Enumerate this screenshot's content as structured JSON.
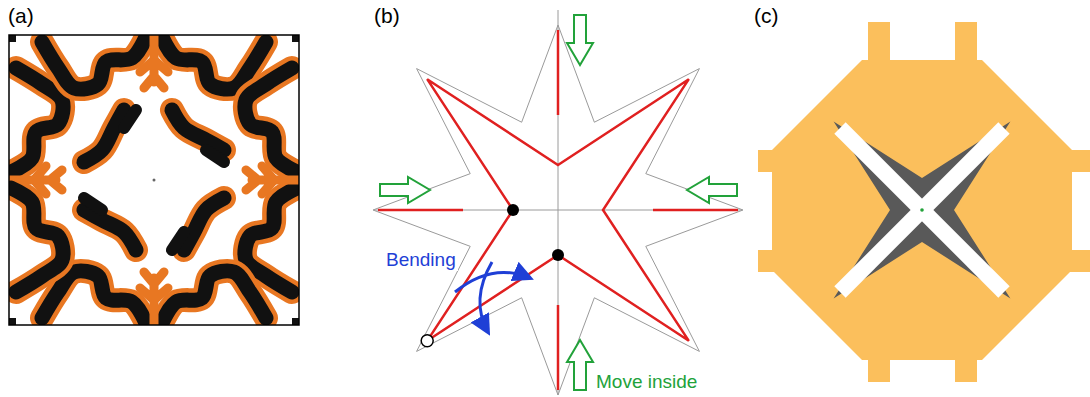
{
  "diagram": {
    "labels": [
      "(a)",
      "(b)",
      "(c)",
      "Bending",
      "Move inside"
    ]
  }
}
